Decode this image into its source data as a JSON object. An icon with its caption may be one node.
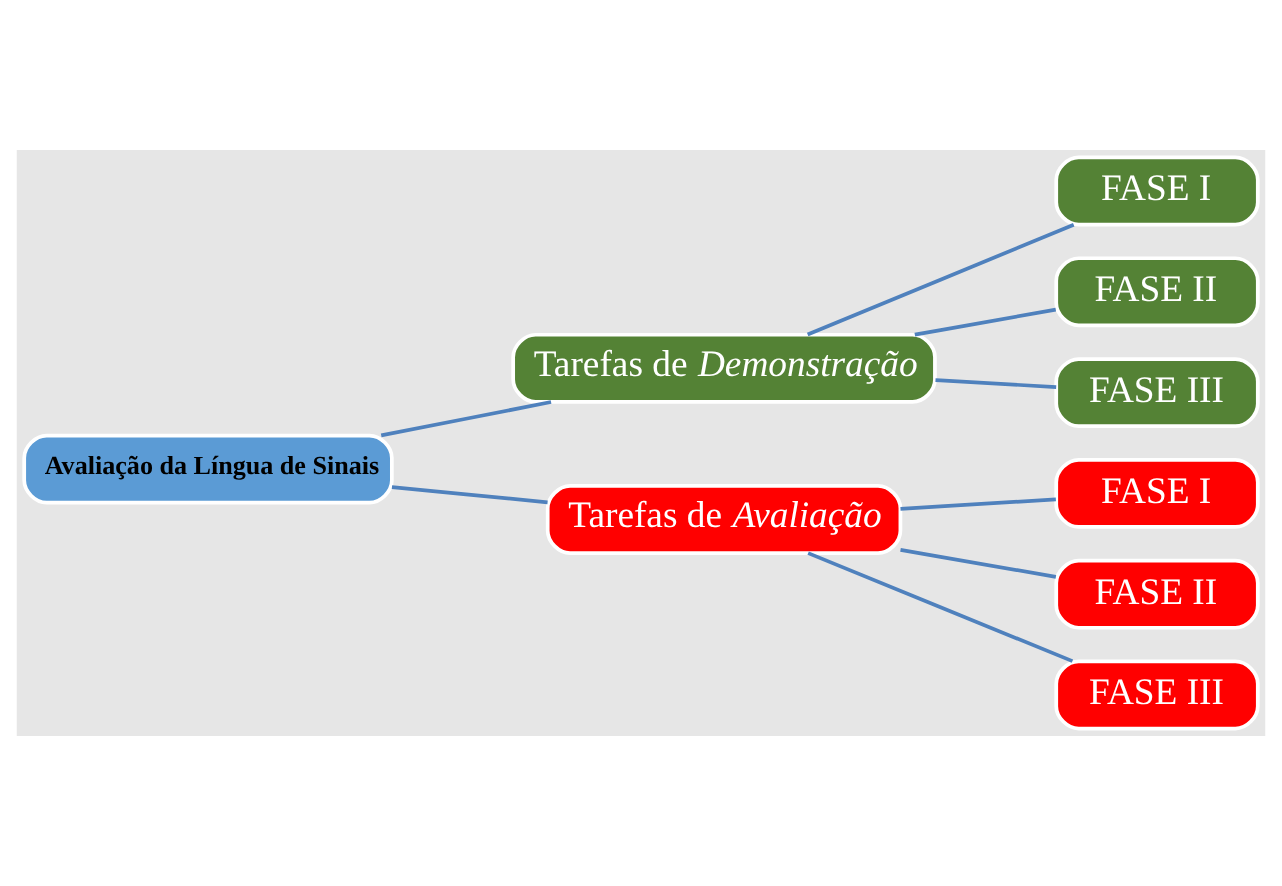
{
  "diagram": {
    "nodes": [
      {
        "text": [
          "Avaliação da Língua de Sinais"
        ]
      },
      {
        "text": [
          "Tarefas de *Demonstração*"
        ]
      },
      {
        "text": [
          "FASE I"
        ]
      },
      {
        "text": [
          "FASE II"
        ]
      },
      {
        "text": [
          "FASE III"
        ]
      },
      {
        "text": [
          "Tarefas de *Avaliação*"
        ]
      },
      {
        "text": [
          "FASE I"
        ]
      },
      {
        "text": [
          "FASE II"
        ]
      },
      {
        "text": [
          "FASE III"
        ]
      }
    ],
    "edges": [
      {
        "from": 0,
        "to": 1,
        "arrow": "none"
      },
      {
        "from": 0,
        "to": 5,
        "arrow": "none"
      },
      {
        "from": 1,
        "to": 2,
        "arrow": "none"
      },
      {
        "from": 1,
        "to": 3,
        "arrow": "none"
      },
      {
        "from": 1,
        "to": 4,
        "arrow": "none"
      },
      {
        "from": 5,
        "to": 6,
        "arrow": "none"
      },
      {
        "from": 5,
        "to": 7,
        "arrow": "none"
      },
      {
        "from": 5,
        "to": 8,
        "arrow": "none"
      }
    ]
  }
}
